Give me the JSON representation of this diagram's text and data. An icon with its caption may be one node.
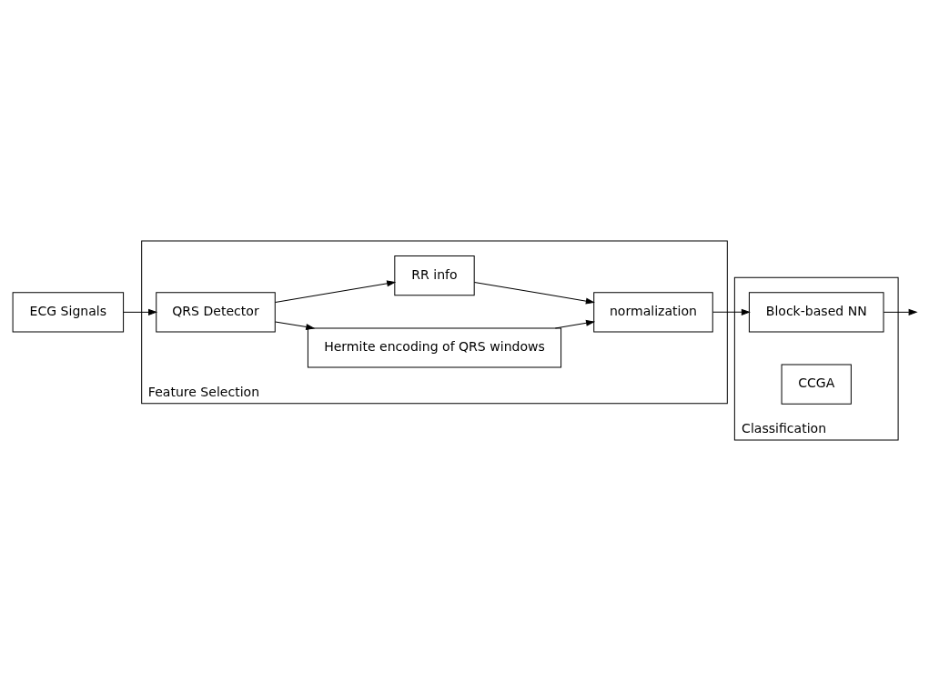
{
  "diagram": {
    "nodes": [
      {
        "text": [
          "ECG Signals"
        ]
      },
      {
        "text": [
          "Feature Selection"
        ]
      },
      {
        "text": [
          "QRS Detector"
        ],
        "in": 1
      },
      {
        "text": [
          "Hermite encoding of QRS windows"
        ],
        "in": 1
      },
      {
        "text": [
          "RR info"
        ],
        "in": 1
      },
      {
        "text": [
          "normalization"
        ],
        "in": 1
      },
      {
        "text": [
          "Classification"
        ]
      },
      {
        "text": [
          "Block-based NN"
        ],
        "in": 6
      },
      {
        "text": [
          "CCGA"
        ],
        "in": 6
      }
    ],
    "edges": [
      {
        "from": 0,
        "to": 2,
        "arrow": "to"
      },
      {
        "from": 2,
        "to": 3,
        "arrow": "to"
      },
      {
        "from": 2,
        "to": 4,
        "arrow": "to"
      },
      {
        "from": 3,
        "to": 5,
        "arrow": "to"
      },
      {
        "from": 4,
        "to": 5,
        "arrow": "to"
      },
      {
        "from": 5,
        "to": 7,
        "arrow": "to"
      },
      {
        "from": 7,
        "to": null,
        "arrow": "to"
      }
    ]
  }
}
